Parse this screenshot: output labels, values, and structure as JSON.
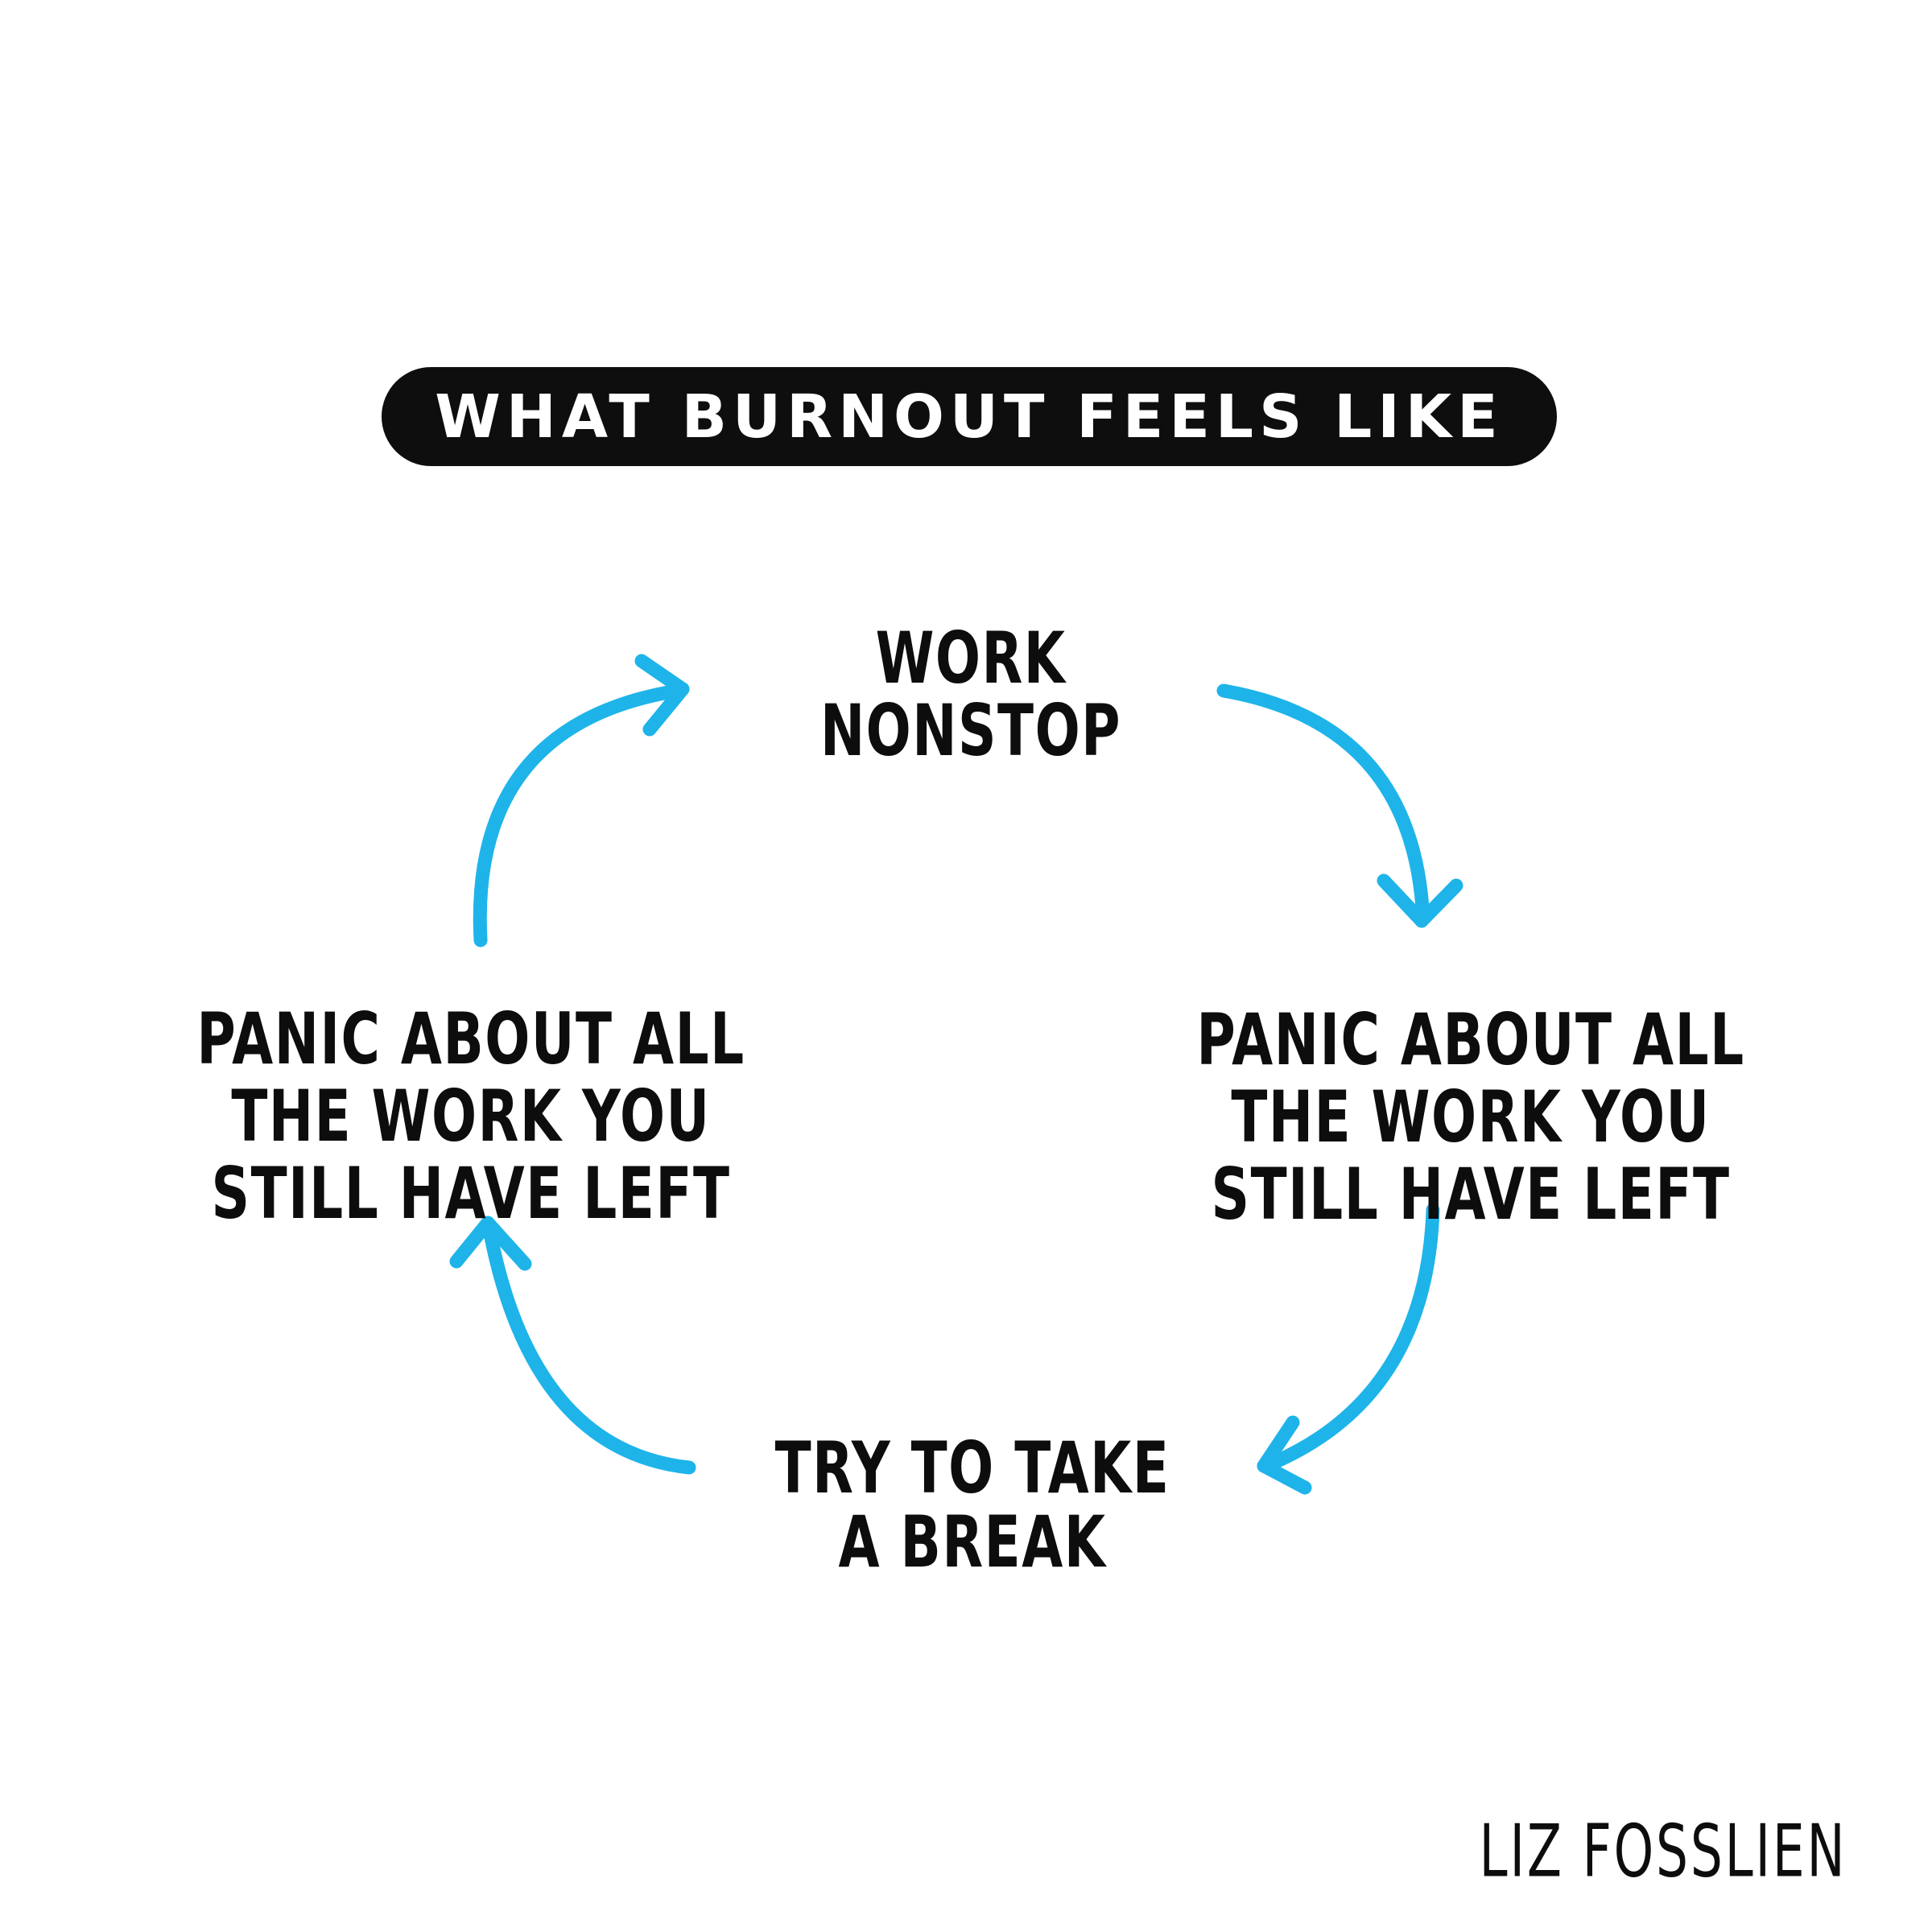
{
  "title": {
    "text": "WHAT BURNOUT FEELS LIKE"
  },
  "cycle": {
    "top": {
      "lines": [
        "WORK",
        "NONSTOP"
      ]
    },
    "right": {
      "lines": [
        "PANIC ABOUT ALL",
        "THE WORK YOU",
        "STILL HAVE LEFT"
      ]
    },
    "bottom": {
      "lines": [
        "TRY TO TAKE",
        "A BREAK"
      ]
    },
    "left": {
      "lines": [
        "PANIC ABOUT ALL",
        "THE WORK YOU",
        "STILL HAVE LEFT"
      ]
    }
  },
  "signature": {
    "text": "LIZ FOSSLIEN"
  },
  "colors": {
    "background": "#ffffff",
    "text": "#0d0d0d",
    "arrow": "#1eb4e9",
    "banner_bg": "#0e0e0e",
    "banner_text": "#ffffff"
  }
}
